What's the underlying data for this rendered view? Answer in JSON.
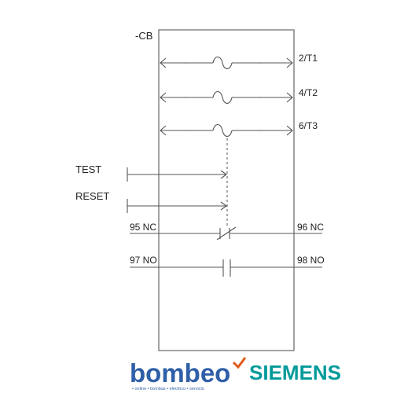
{
  "device_tag": "-CB",
  "terminals_right": [
    "2/T1",
    "4/T2",
    "6/T3"
  ],
  "controls": {
    "test": "TEST",
    "reset": "RESET"
  },
  "contacts": {
    "nc_left": "95 NC",
    "nc_right": "96 NC",
    "no_left": "97 NO",
    "no_right": "98 NO"
  },
  "branding": {
    "shop_logo": "bombeo",
    "shop_tagline": "• online  • bombas  • eléctrico  • servicio",
    "brand_logo": "SIEMENS",
    "shop_color": "#2f5fa8",
    "shop_accent": "#e05a1c",
    "brand_color": "#009a9b"
  },
  "line_color": "#555555"
}
